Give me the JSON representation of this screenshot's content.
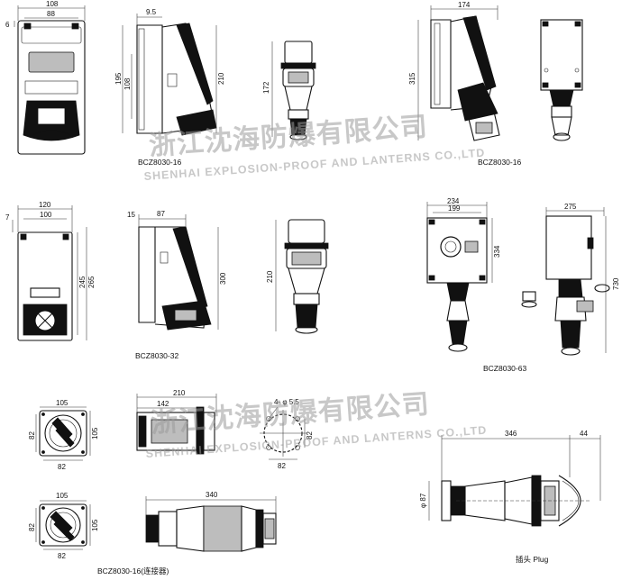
{
  "watermark": {
    "company_cn": "浙江沈海防爆有限公司",
    "company_en": "SHENHAI EXPLOSION-PROOF AND LANTERNS CO.,LTD",
    "color": "#9a9a9a"
  },
  "captions": {
    "c16a": "BCZ8030-16",
    "c16b": "BCZ8030-16",
    "c32": "BCZ8030-32",
    "c63": "BCZ8030-63",
    "c16conn": "BCZ8030-16(连接器)",
    "plug": "插头 Plug"
  },
  "dims": {
    "a1_w108": "108",
    "a1_w88": "88",
    "a1_h6": "6",
    "a2_w95": "9.5",
    "a2_h195": "195",
    "a2_h108": "108",
    "a2_h210": "210",
    "a3_h172": "172",
    "b1_w174": "174",
    "b1_h315": "315",
    "c1_w120": "120",
    "c1_w100": "100",
    "c1_h7": "7",
    "c1_h245": "245",
    "c1_h265": "265",
    "c2_w15": "15",
    "c2_w87": "87",
    "c2_h300": "300",
    "c3_h210": "210",
    "d1_w234": "234",
    "d1_w199": "199",
    "d1_h334": "334",
    "d2_w275": "275",
    "d2_h730": "730",
    "e1_w105": "105",
    "e1_h82": "82",
    "e1_h105": "105",
    "e1_w82": "82",
    "e2_w210": "210",
    "e2_w142": "142",
    "e3_holes": "4- φ 5.5",
    "e3_h82": "82",
    "e3_w82": "82",
    "f1_w105": "105",
    "f1_h82": "82",
    "f1_h105": "105",
    "f1_w82": "82",
    "f2_w340": "340",
    "g_w346": "346",
    "g_w44": "44",
    "g_dia": "φ 87"
  }
}
